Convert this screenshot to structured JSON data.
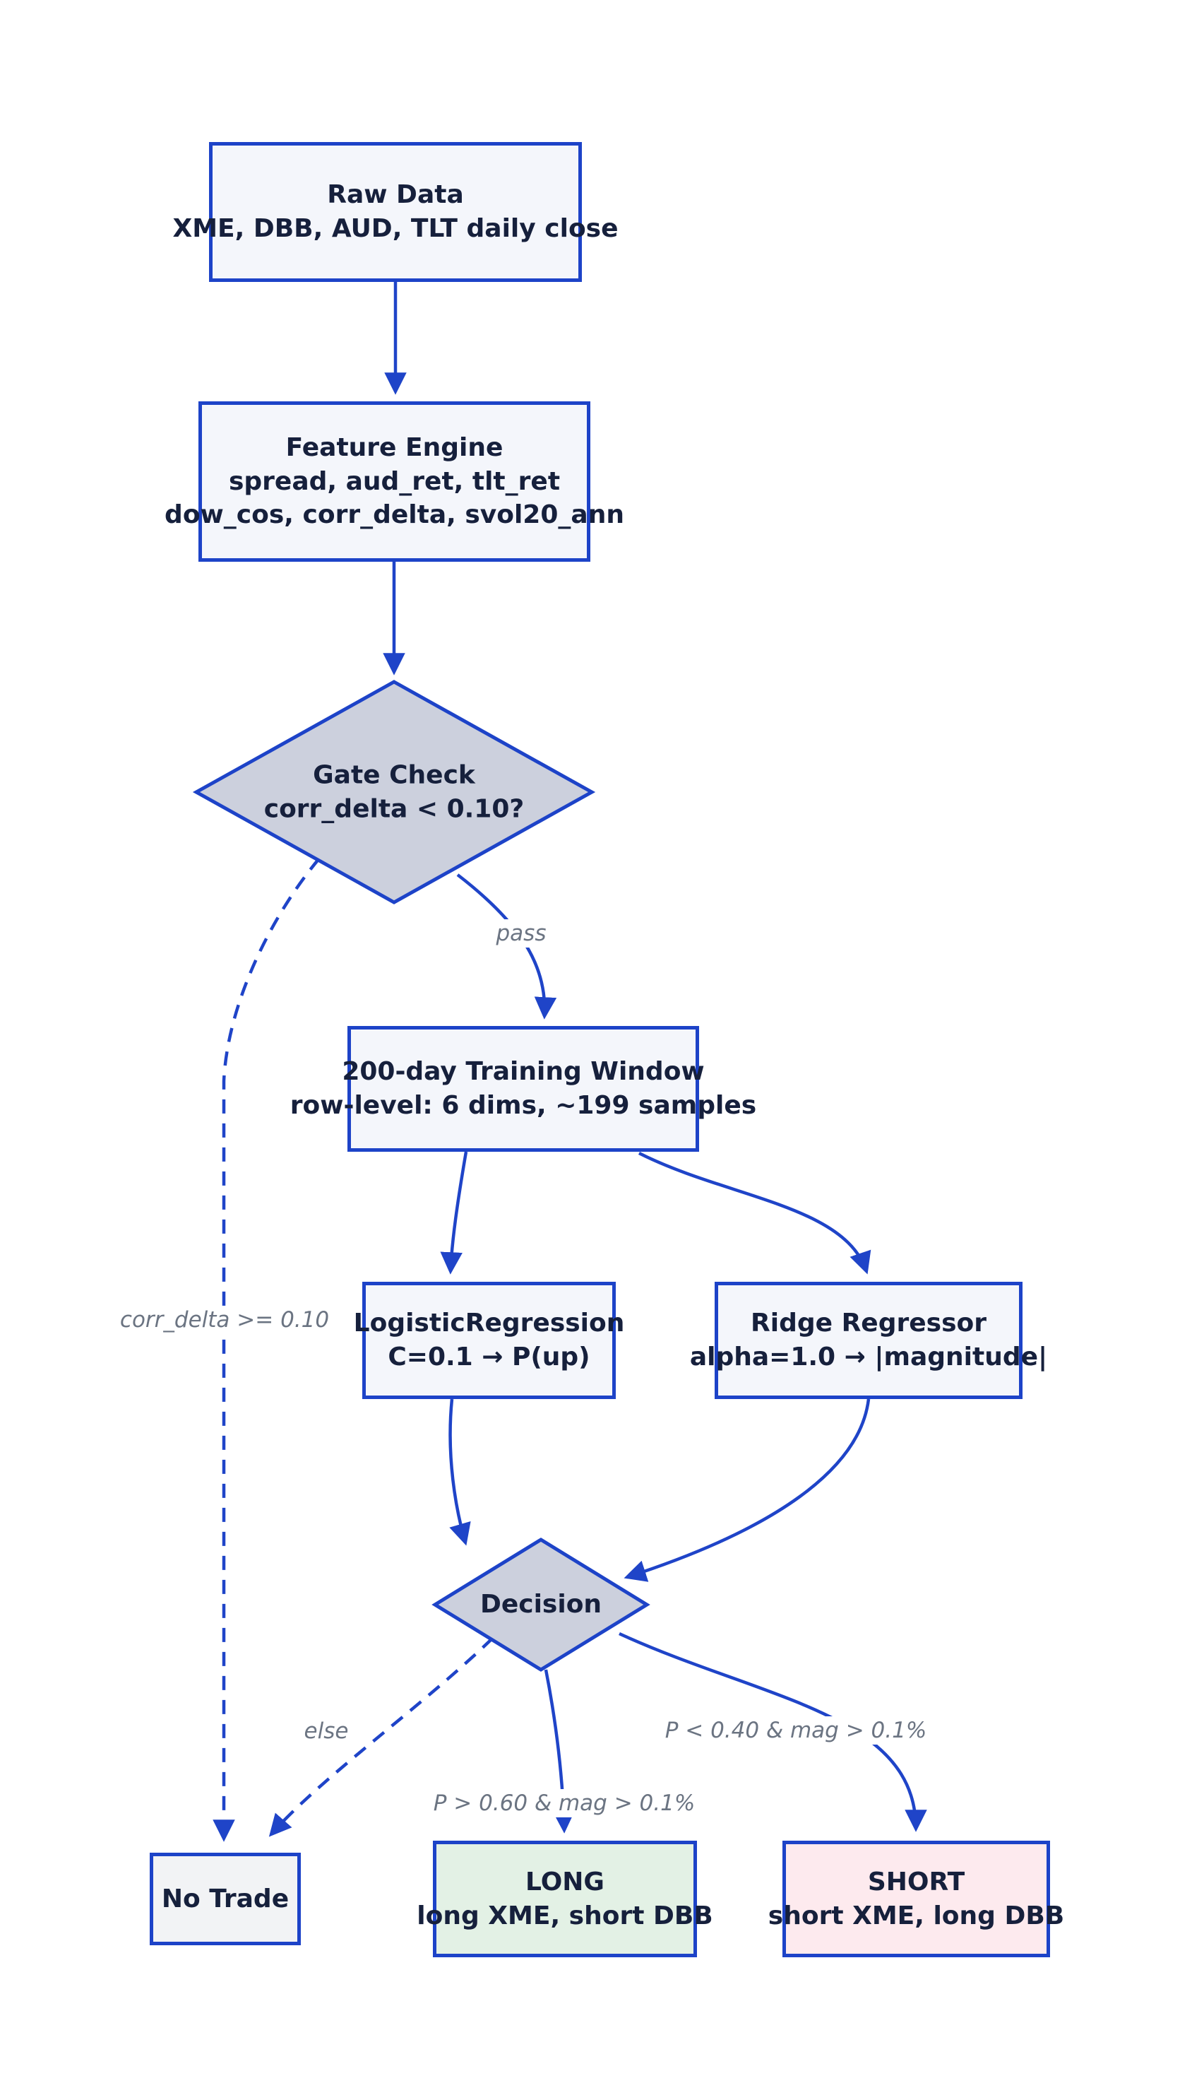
{
  "colors": {
    "edge": "#1f44c8",
    "node-border": "#1d43c8",
    "node-fill": "#f4f6fb",
    "diamond-fill": "#ccd0dd",
    "notrade-fill": "#f2f3f5",
    "long-fill": "#e3f1e5",
    "short-fill": "#fdeaee",
    "node-text": "#16203c",
    "label-text": "#6b7482"
  },
  "nodes": {
    "raw_data": {
      "line1": "Raw Data",
      "line2": "XME, DBB, AUD, TLT daily close"
    },
    "feature": {
      "line1": "Feature Engine",
      "line2": "spread, aud_ret, tlt_ret",
      "line3": "dow_cos, corr_delta, svol20_ann"
    },
    "gate": {
      "line1": "Gate Check",
      "line2": "corr_delta < 0.10?"
    },
    "training": {
      "line1": "200-day Training Window",
      "line2": "row-level: 6 dims, ~199 samples"
    },
    "logistic": {
      "line1": "LogisticRegression",
      "line2": "C=0.1 → P(up)"
    },
    "ridge": {
      "line1": "Ridge Regressor",
      "line2": "alpha=1.0 → |magnitude|"
    },
    "decision": {
      "line1": "Decision"
    },
    "no_trade": {
      "line1": "No Trade"
    },
    "long": {
      "line1": "LONG",
      "line2": "long XME, short DBB"
    },
    "short": {
      "line1": "SHORT",
      "line2": "short XME, long DBB"
    }
  },
  "edge_labels": {
    "pass": "pass",
    "gate_reject": "corr_delta >= 0.10",
    "else": "else",
    "long_cond": "P > 0.60 & mag > 0.1%",
    "short_cond": "P < 0.40 & mag > 0.1%"
  }
}
